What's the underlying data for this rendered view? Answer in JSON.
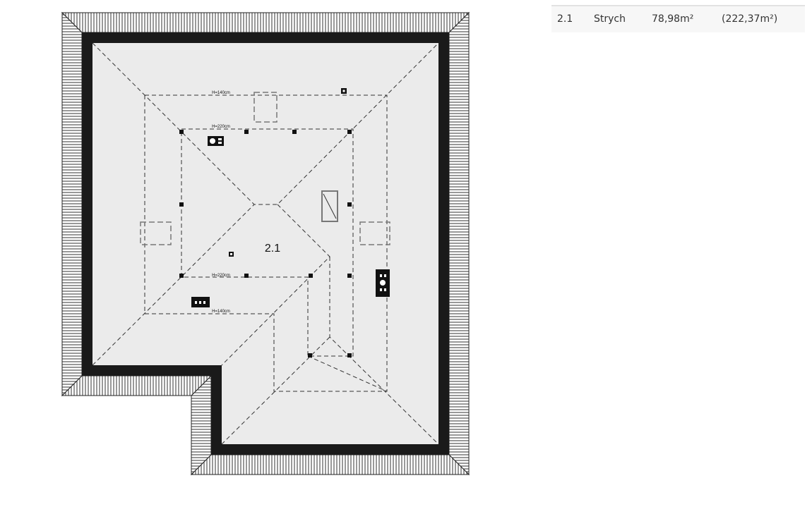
{
  "plan": {
    "room_label": "2.1",
    "height_labels": [
      "H=140cm",
      "H=220cm",
      "H=220cm",
      "H=140cm"
    ]
  },
  "rooms_table": [
    {
      "number": "2.1",
      "name": "Strych",
      "area": "78,98m²",
      "total_area": "(222,37m²)"
    }
  ]
}
